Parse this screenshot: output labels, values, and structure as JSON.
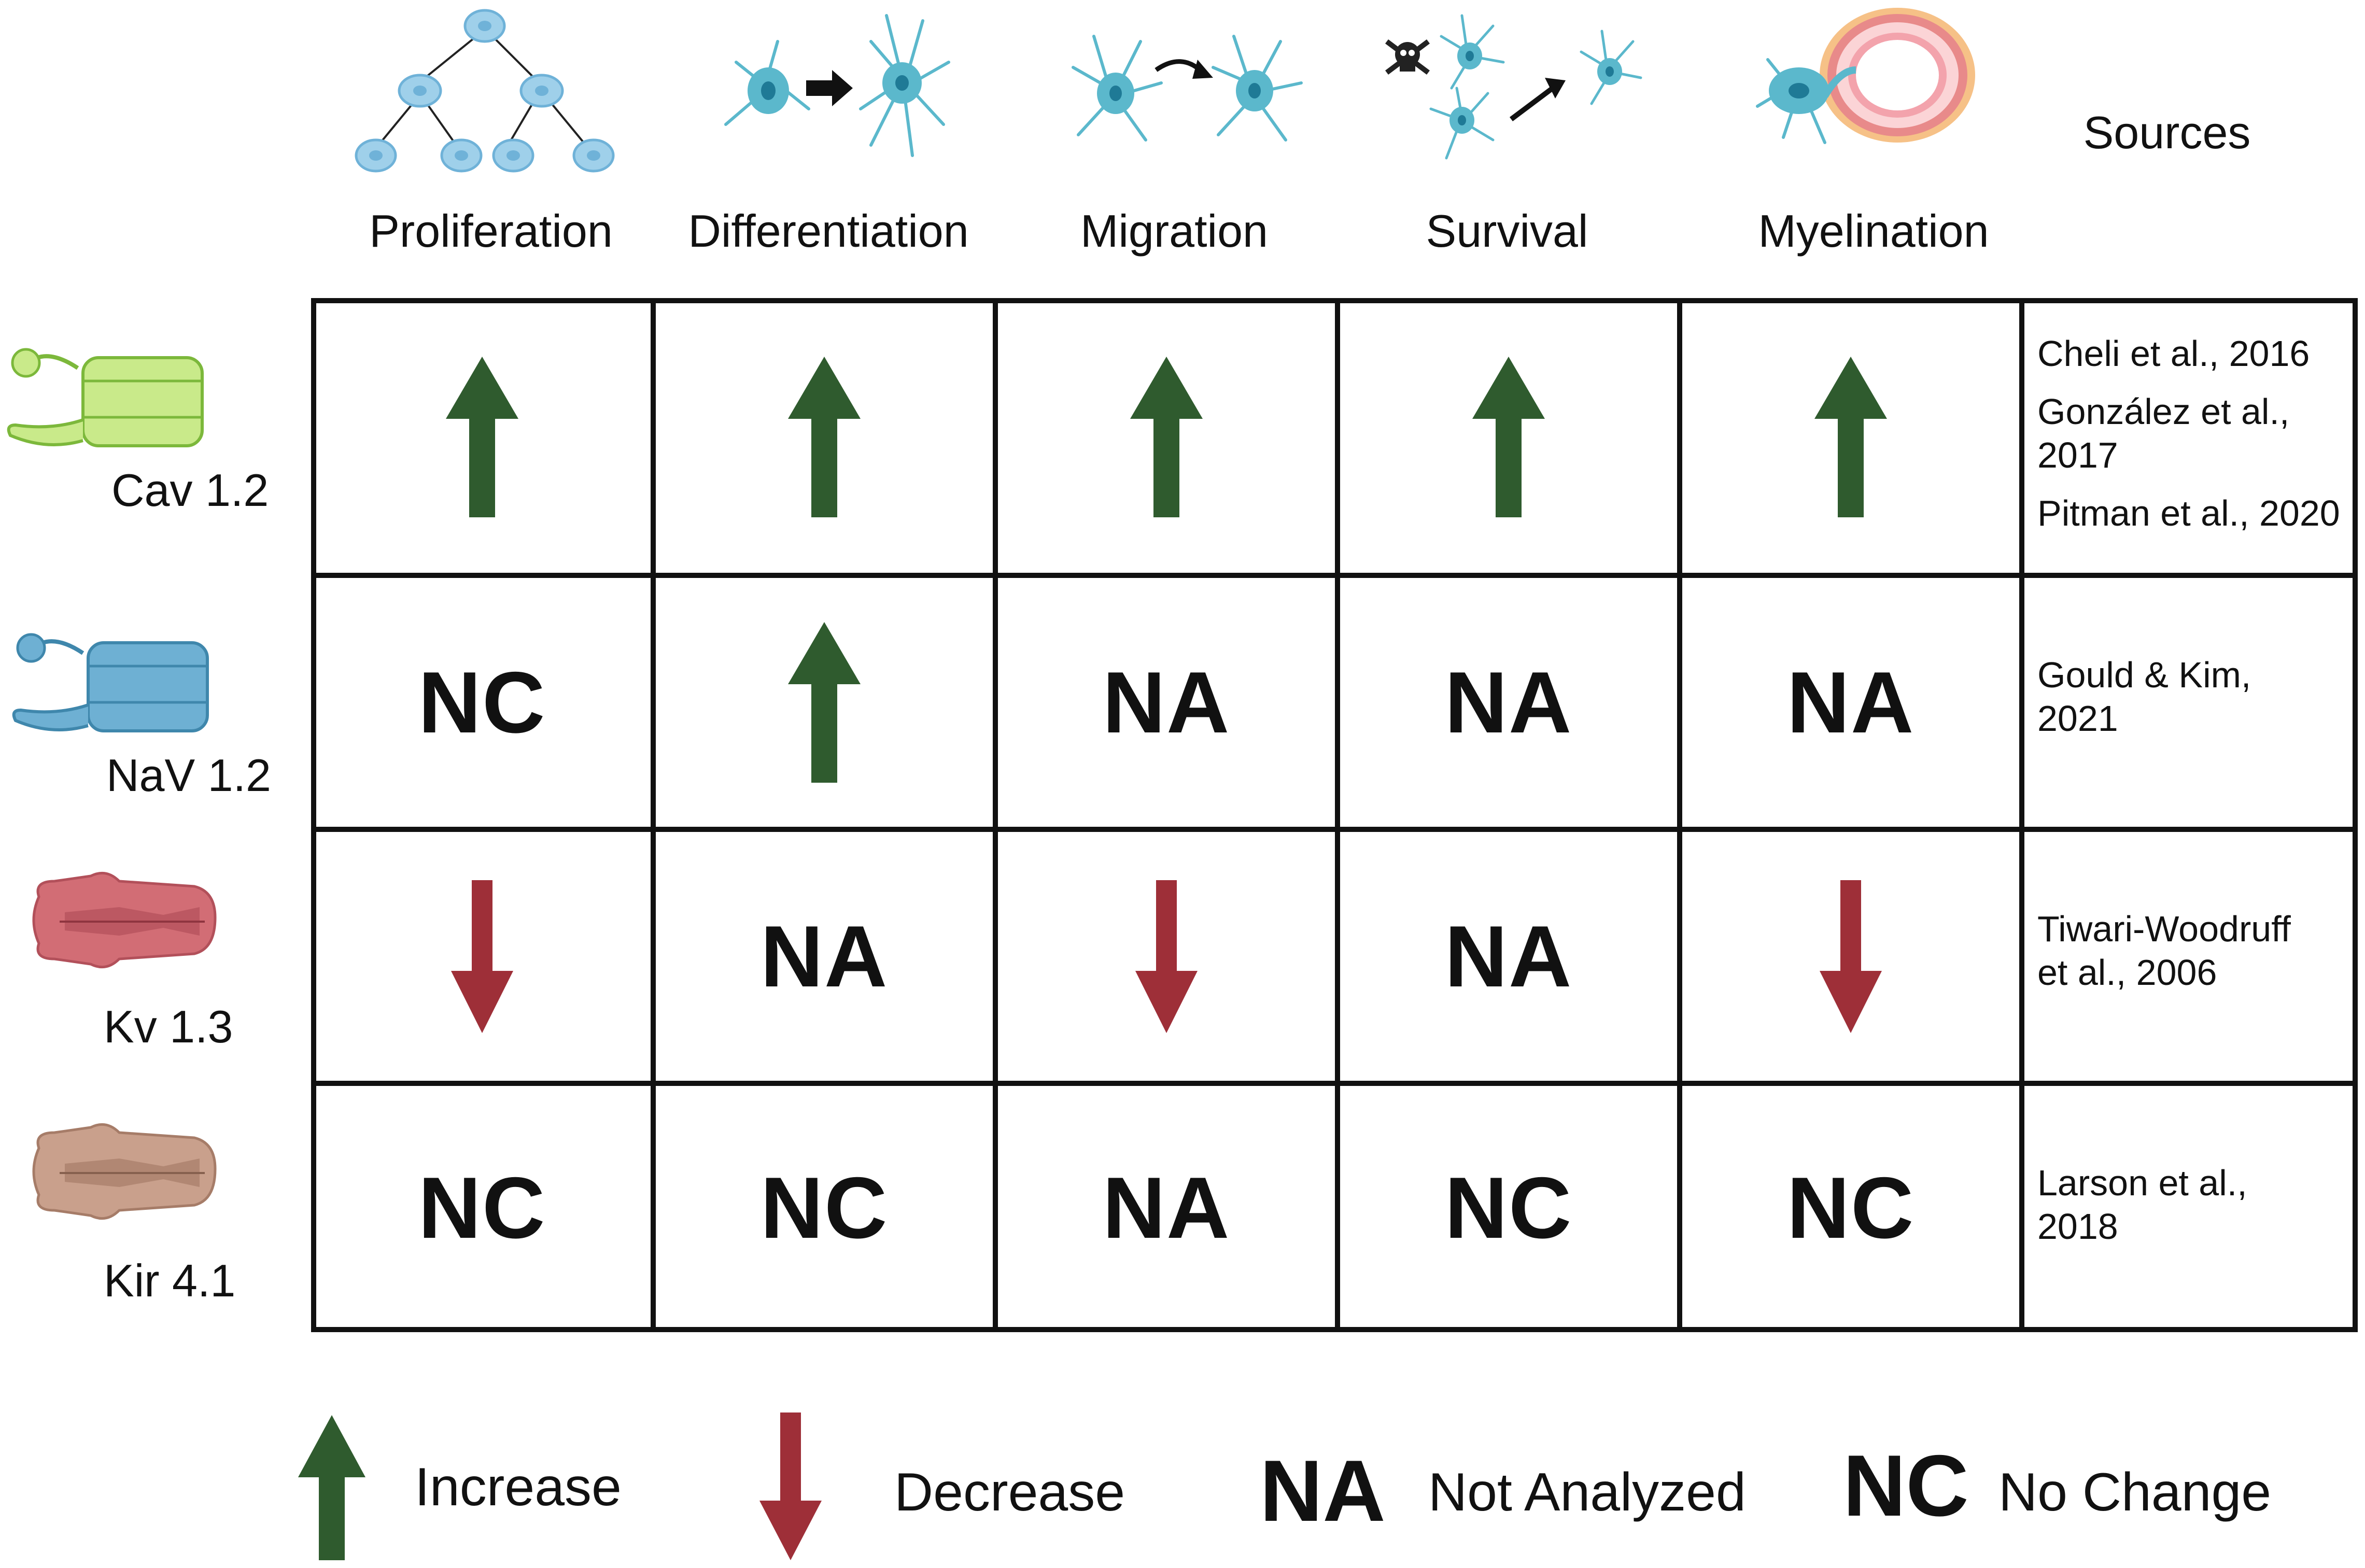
{
  "columns": [
    "Proliferation",
    "Differentiation",
    "Migration",
    "Survival",
    "Myelination"
  ],
  "sources_header": "Sources",
  "colors": {
    "increase": "#2f5b2e",
    "decrease": "#9e2f38",
    "cell_body": "#9fd0ea",
    "neuron": "#5bb8cc"
  },
  "rows": [
    {
      "label": "Cav 1.2",
      "icon": "cav-channel-icon",
      "cells": [
        "increase",
        "increase",
        "increase",
        "increase",
        "increase"
      ],
      "sources": [
        "Cheli et al., 2016",
        "González et al.,",
        "2017",
        "Pitman et al., 2020"
      ]
    },
    {
      "label": "NaV 1.2",
      "icon": "nav-channel-icon",
      "cells": [
        "NC",
        "increase",
        "NA",
        "NA",
        "NA"
      ],
      "sources": [
        "Gould & Kim,",
        "2021"
      ]
    },
    {
      "label": "Kv 1.3",
      "icon": "kv-channel-icon",
      "cells": [
        "decrease",
        "NA",
        "decrease",
        "NA",
        "decrease"
      ],
      "sources": [
        "Tiwari-Woodruff",
        "et al., 2006"
      ]
    },
    {
      "label": "Kir 4.1",
      "icon": "kir-channel-icon",
      "cells": [
        "NC",
        "NC",
        "NA",
        "NC",
        "NC"
      ],
      "sources": [
        "Larson et al.,",
        "2018"
      ]
    }
  ],
  "legend": {
    "increase": "Increase",
    "decrease": "Decrease",
    "na_code": "NA",
    "na": "Not Analyzed",
    "nc_code": "NC",
    "nc": "No Change"
  }
}
